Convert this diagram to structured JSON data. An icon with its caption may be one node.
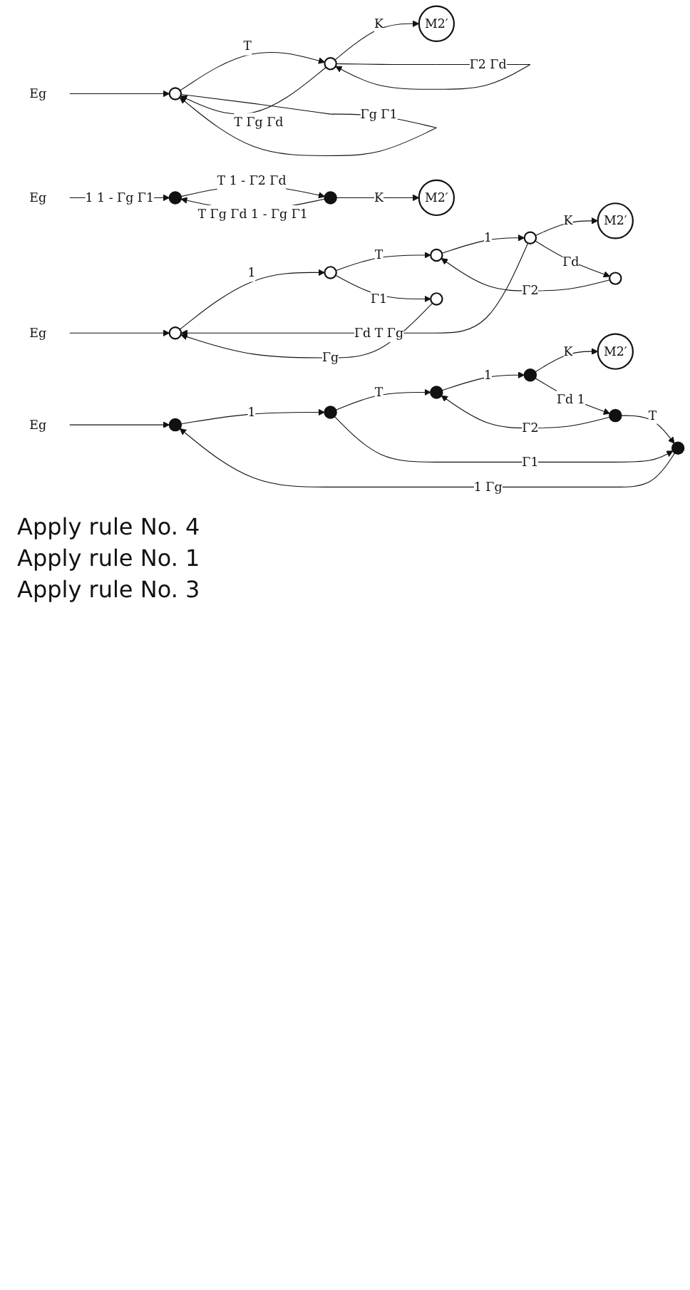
{
  "diagram": {
    "nodes": [
      {
        "text": [
          "Eg"
        ]
      },
      {
        "text": [],
        "shape": "circle"
      },
      {
        "text": [],
        "shape": "circle"
      },
      {
        "text": [],
        "shape": "circle"
      },
      {
        "text": [],
        "shape": "circle"
      },
      {
        "text": [
          "M2′"
        ]
      },
      {
        "text": [],
        "shape": "circle"
      },
      {
        "text": [],
        "shape": "circle"
      },
      {
        "text": [
          "Eg"
        ]
      },
      {
        "text": [],
        "shape": "circle"
      },
      {
        "text": [],
        "shape": "circle"
      },
      {
        "text": [],
        "shape": "circle"
      },
      {
        "text": [],
        "shape": "circle"
      },
      {
        "text": [
          "M2′"
        ]
      },
      {
        "text": [],
        "shape": "circle"
      },
      {
        "text": [],
        "shape": "circle"
      },
      {
        "text": [
          "Eg"
        ]
      },
      {
        "text": [],
        "shape": "circle"
      },
      {
        "text": [],
        "shape": "circle"
      },
      {
        "text": [
          "M2′"
        ]
      },
      {
        "text": [
          "Eg"
        ]
      },
      {
        "text": [],
        "shape": "circle"
      },
      {
        "text": [],
        "shape": "circle"
      },
      {
        "text": [
          "M2′"
        ]
      }
    ],
    "edges": [
      {
        "from": 0,
        "to": 1,
        "arrow": "to"
      },
      {
        "from": 1,
        "to": 2,
        "label": "1",
        "arrow": "to"
      },
      {
        "from": 2,
        "to": 3,
        "label": "T",
        "arrow": "to"
      },
      {
        "from": 3,
        "to": 4,
        "label": "1",
        "arrow": "to"
      },
      {
        "from": 4,
        "to": 5,
        "label": "K",
        "arrow": "to"
      },
      {
        "from": 2,
        "to": 6,
        "label": "Γ1",
        "arrow": "to"
      },
      {
        "from": 7,
        "to": 3,
        "label": "Γ2",
        "arrow": "to"
      },
      {
        "from": 4,
        "to": 7,
        "label": "Γd 1",
        "arrow": "to"
      },
      {
        "from": 7,
        "to": 6,
        "label": "T",
        "arrow": "to"
      },
      {
        "from": 6,
        "to": 1,
        "label": "1 Γg",
        "arrow": "to"
      },
      {
        "from": 8,
        "to": 9,
        "arrow": "to"
      },
      {
        "from": 9,
        "to": 10,
        "label": "1",
        "arrow": "to"
      },
      {
        "from": 10,
        "to": 11,
        "label": "T",
        "arrow": "to"
      },
      {
        "from": 11,
        "to": 12,
        "label": "1",
        "arrow": "to"
      },
      {
        "from": 12,
        "to": 13,
        "label": "K",
        "arrow": "to"
      },
      {
        "from": 14,
        "to": 9,
        "label": "Γg",
        "arrow": "to"
      },
      {
        "from": 10,
        "to": 14,
        "label": "Γ1",
        "arrow": "to"
      },
      {
        "from": 15,
        "to": 11,
        "label": "Γ2",
        "arrow": "to"
      },
      {
        "from": 12,
        "to": 15,
        "label": "Γd",
        "arrow": "to"
      },
      {
        "from": 12,
        "to": 9,
        "label": "Γd T Γg",
        "arrow": "to"
      },
      {
        "from": 16,
        "to": 17,
        "arrow": "to"
      },
      {
        "from": 17,
        "to": 18,
        "label": "T",
        "arrow": "to"
      },
      {
        "from": 18,
        "to": 19,
        "label": "K",
        "arrow": "to"
      },
      {
        "from": 17,
        "to": 17,
        "label": "Γg Γ1",
        "arrow": "to"
      },
      {
        "from": 18,
        "to": 18,
        "label": "Γ2 Γd",
        "arrow": "to"
      },
      {
        "from": 18,
        "to": 17,
        "label": "T Γg Γd",
        "arrow": "to"
      },
      {
        "from": 20,
        "to": 21,
        "label": "1 1 - Γg Γ1",
        "arrow": "to"
      },
      {
        "from": 21,
        "to": 22,
        "label": "T 1 - Γ2 Γd",
        "arrow": "to"
      },
      {
        "from": 22,
        "to": 23,
        "label": "K",
        "arrow": "to"
      },
      {
        "from": 22,
        "to": 21,
        "label": "T Γg Γd 1 - Γg Γ1",
        "arrow": "to"
      }
    ],
    "labels": [
      "Apply rule No. 4",
      "Apply rule No. 1",
      "Apply rule No. 3"
    ]
  }
}
